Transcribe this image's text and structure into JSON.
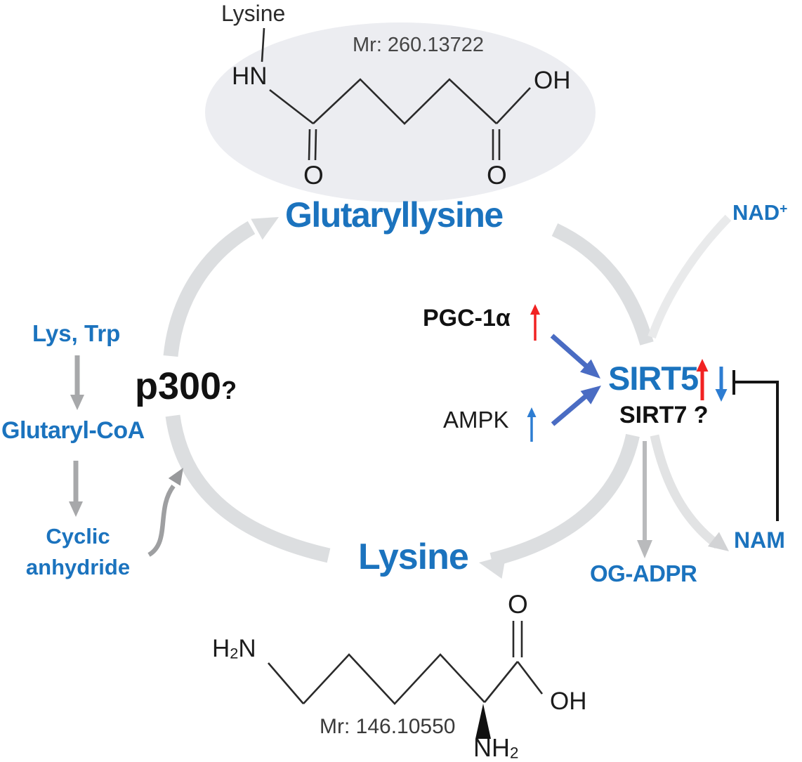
{
  "top_structure": {
    "lysine_label": "Lysine",
    "mr_label": "Mr: 260.13722",
    "hn": "HN",
    "oh": "OH",
    "o_left": "O",
    "o_right": "O"
  },
  "cycle": {
    "glutaryllysine": "Glutaryllysine",
    "lysine": "Lysine",
    "p300": "p300",
    "p300_question": "?"
  },
  "left_pathway": {
    "lys_trp": "Lys, Trp",
    "glutaryl_coa": "Glutaryl-CoA",
    "cyclic_line1": "Cyclic",
    "cyclic_line2": "anhydride"
  },
  "regulators": {
    "pgc1a": "PGC-1α",
    "ampk": "AMPK",
    "sirt5": "SIRT5",
    "sirt7": "SIRT7 ?"
  },
  "cofactors": {
    "nad_base": "NAD",
    "nad_sup": "+",
    "nam": "NAM",
    "og_adpr": "OG-ADPR"
  },
  "bottom_structure": {
    "h2n_h": "H",
    "h2n_sub": "2",
    "h2n_n": "N",
    "o": "O",
    "oh": "OH",
    "nh2_base": "NH",
    "nh2_sub": "2",
    "mr_label": "Mr: 146.10550"
  },
  "colors": {
    "accent_blue": "#1b73be",
    "regulator_arrow_blue": "#4a6cc3",
    "up_arrow_red": "#f12222",
    "up_down_arrow_blue": "#2d7dd2",
    "cycle_arc_gray": "#dcdee0",
    "nad_curve_gray": "#e9eaeb",
    "small_arrow_gray": "#a7a8aa",
    "inhibition_line_black": "#151515",
    "ellipse_fill": "#ecedf1"
  }
}
